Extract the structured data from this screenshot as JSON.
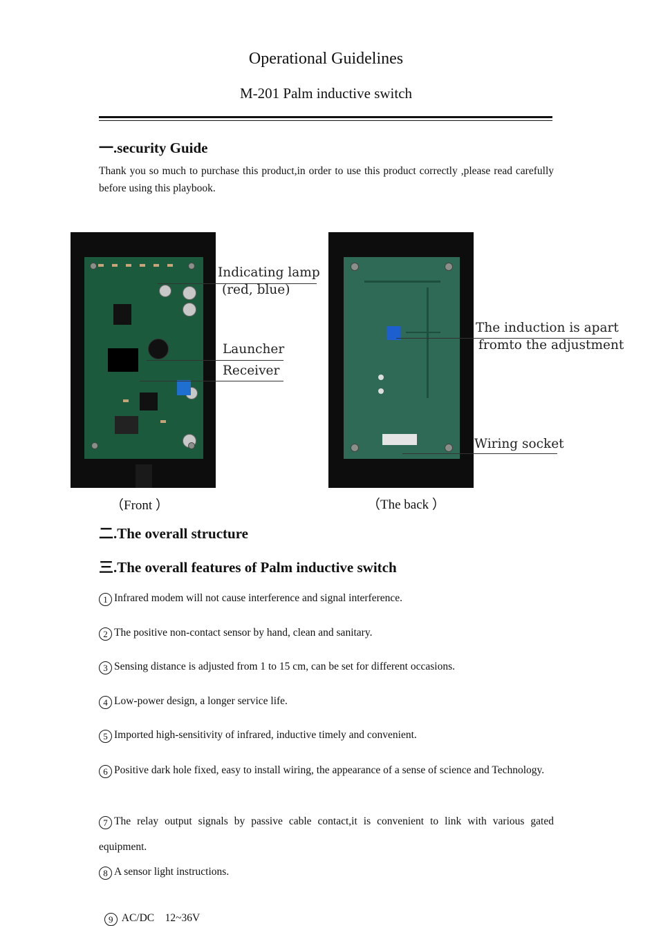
{
  "header": {
    "title": "Operational Guidelines",
    "subtitle": "M-201 Palm inductive switch"
  },
  "section1": {
    "heading": "一.security Guide",
    "text": "Thank you so much to purchase this product,in order to use this product correctly ,please read carefully before using this playbook."
  },
  "figures": {
    "front": {
      "caption": "（Front ）",
      "labels": {
        "lamp_line1": "Indicating lamp",
        "lamp_line2": "(red, blue)",
        "launcher": "Launcher",
        "receiver": "Receiver"
      }
    },
    "back": {
      "caption": "（The back ）",
      "labels": {
        "induction_line1": "The induction is apart",
        "induction_line2": "fromto the adjustment",
        "wiring": "Wiring socket"
      }
    }
  },
  "section2": {
    "heading": "二.The overall structure"
  },
  "section3": {
    "heading": "三.The overall features of Palm inductive switch",
    "items": [
      {
        "num": "1",
        "text": "Infrared modem will not cause interference and signal interference."
      },
      {
        "num": "2",
        "text": "The positive non-contact sensor by hand, clean and sanitary."
      },
      {
        "num": "3",
        "text": "Sensing distance is adjusted from 1 to 15 cm, can be set for different occasions."
      },
      {
        "num": "4",
        "text": "Low-power design, a longer service life."
      },
      {
        "num": "5",
        "text": "Imported high-sensitivity of infrared, inductive timely and convenient."
      },
      {
        "num": "6",
        "text": "Positive dark hole fixed, easy to install wiring, the appearance of a sense of    science and Technology."
      },
      {
        "num": "7",
        "text": "The relay output signals by passive cable contact,it is convenient to link with various gated equipment."
      },
      {
        "num": "8",
        "text": "A sensor light instructions."
      },
      {
        "num": "9",
        "text": " AC/DC    12~36V"
      }
    ]
  },
  "colors": {
    "pcb": "#1b5a3c",
    "case": "#0d0d0d",
    "text": "#111111"
  }
}
